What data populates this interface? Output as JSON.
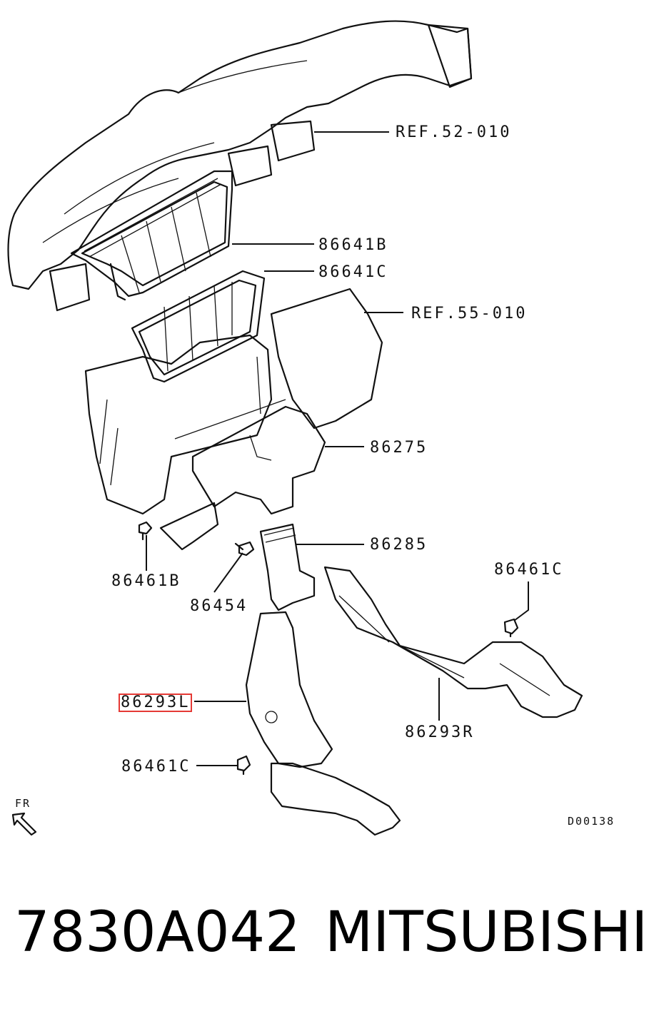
{
  "callouts": {
    "ref_52": "REF.52-010",
    "p86641b": "86641B",
    "p86641c": "86641C",
    "ref_55": "REF.55-010",
    "p86275": "86275",
    "p86285": "86285",
    "p86461c_right": "86461C",
    "p86461b": "86461B",
    "p86454": "86454",
    "p86293l": "86293L",
    "p86293r": "86293R",
    "p86461c_left": "86461C"
  },
  "orientation": {
    "label": "FR",
    "icon": "front-arrow-icon"
  },
  "diagram_code": "D00138",
  "footer": {
    "part_number": "7830A042",
    "brand": "MITSUBISHI"
  },
  "colors": {
    "line": "#111111",
    "highlight": "#e53935",
    "background": "#ffffff"
  }
}
